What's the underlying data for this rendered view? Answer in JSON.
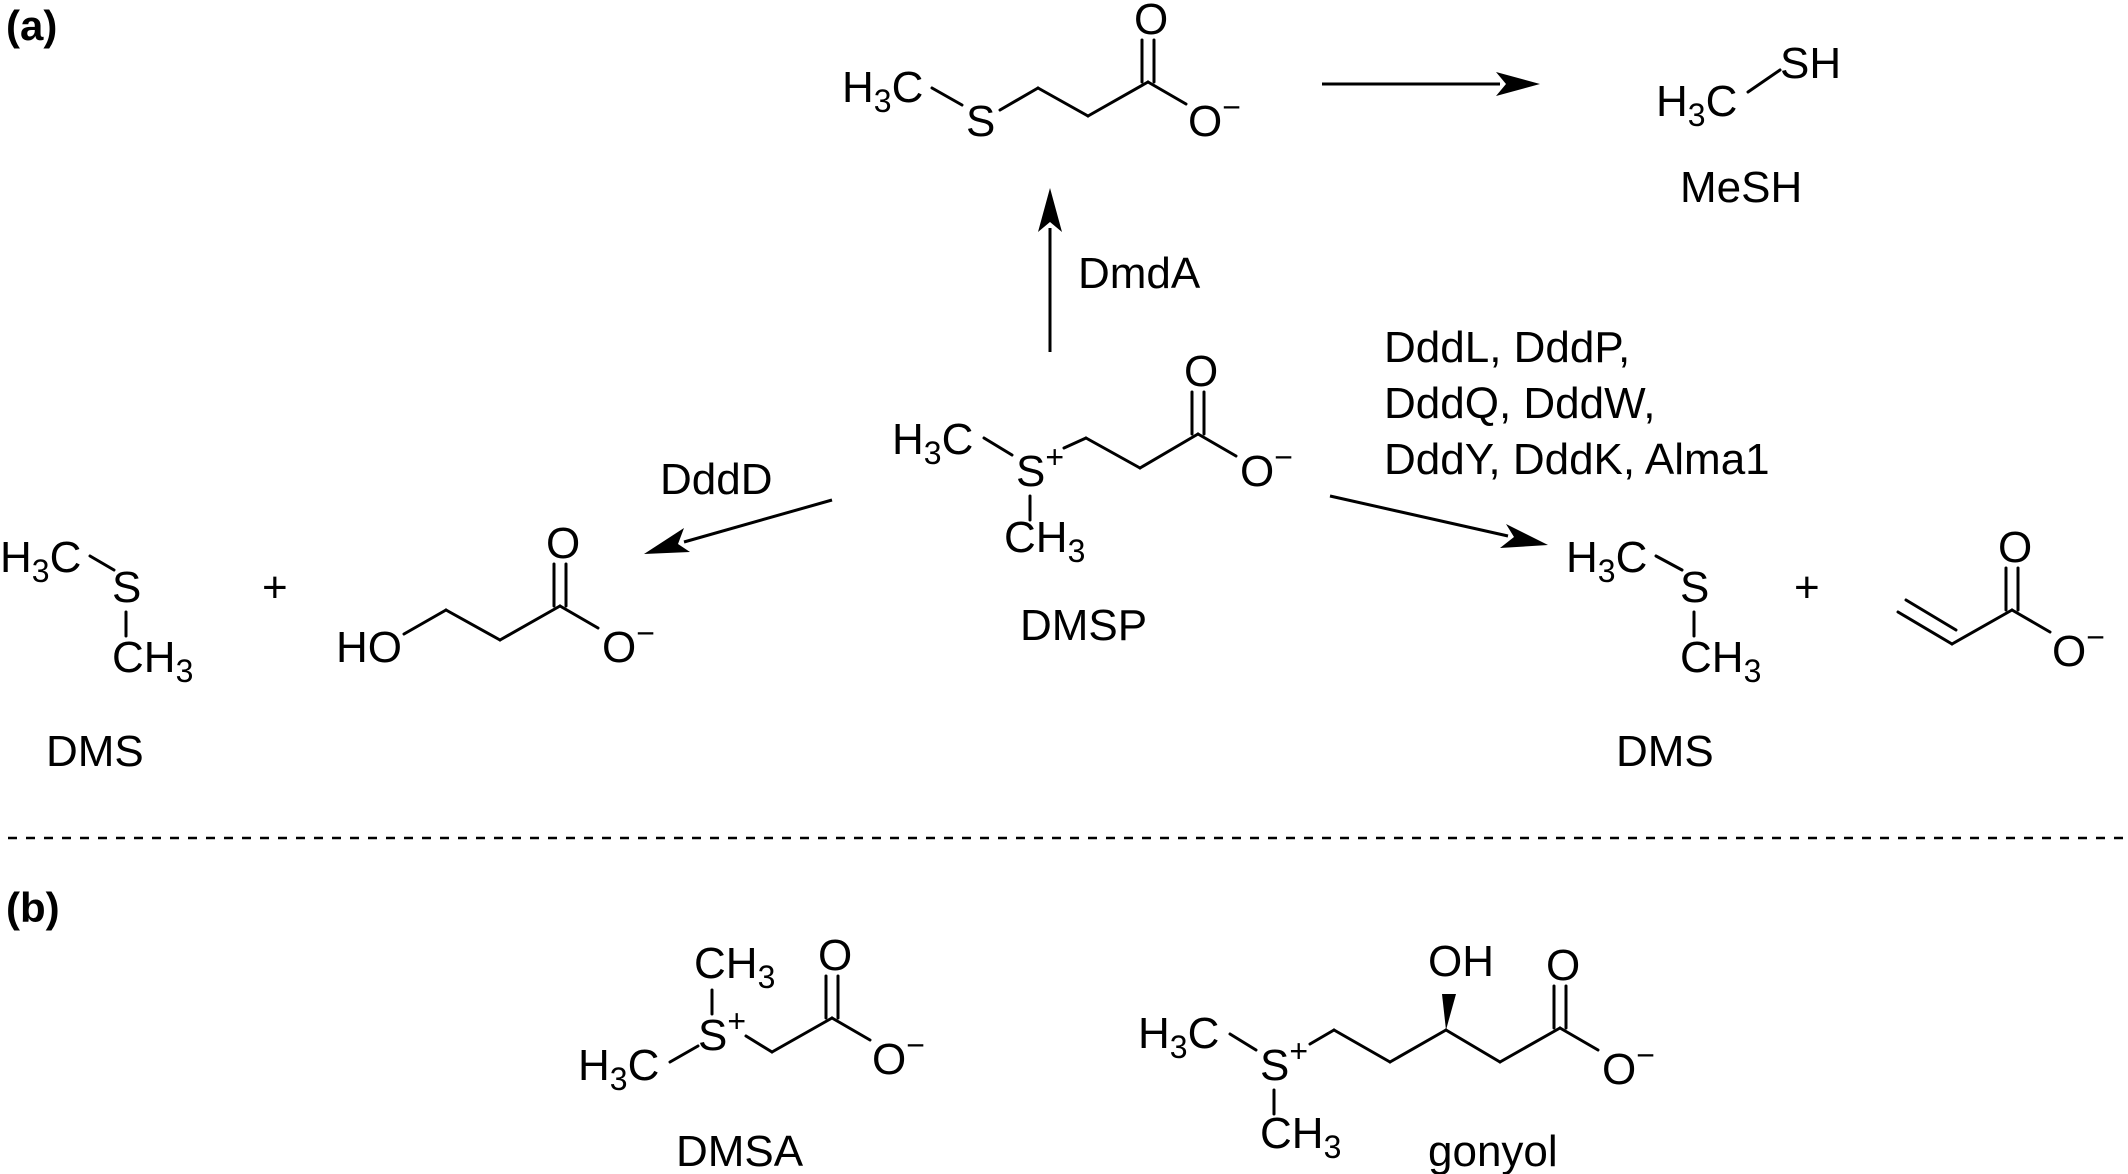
{
  "panels": {
    "a": "(a)",
    "b": "(b)"
  },
  "atoms": {
    "s": "S",
    "o": "O",
    "o_minus": "O",
    "minus": "−",
    "plus": "+",
    "h3c_h": "H",
    "h3c_3": "3",
    "h3c_c": "C",
    "ch3_ch": "CH",
    "ch3_3": "3",
    "sh": "SH",
    "ho": "HO",
    "oh": "OH"
  },
  "enzymes": {
    "dmda": "DmdA",
    "dddd": "DddD",
    "lyases_line1": "DddL, DddP,",
    "lyases_line2": "DddQ, DddW,",
    "lyases_line3": "DddY, DddK, Alma1"
  },
  "compounds": {
    "dmsp": "DMSP",
    "mesh": "MeSH",
    "dms_left": "DMS",
    "dms_right": "DMS",
    "dmsa": "DMSA",
    "gonyol": "gonyol"
  },
  "plus_signs": {
    "left": "+",
    "right": "+"
  }
}
